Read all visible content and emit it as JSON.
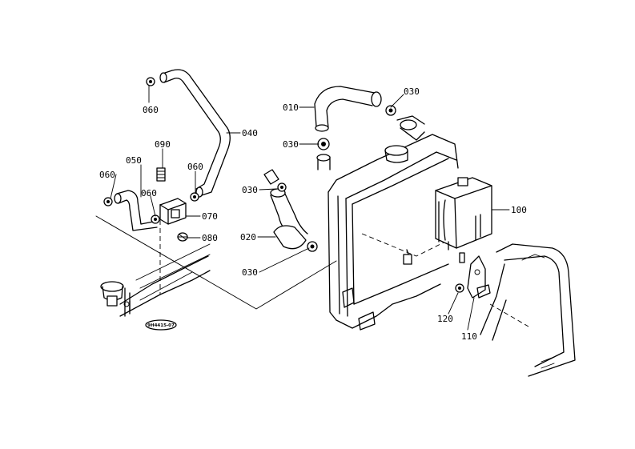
{
  "parts": {
    "p010": "010",
    "p020": "020",
    "p030_top": "030",
    "p030_mid": "030",
    "p030_a": "030",
    "p030_b": "030",
    "p040": "040",
    "p050": "050",
    "p060_top": "060",
    "p060_left": "060",
    "p060_mid": "060",
    "p060_right": "060",
    "p070": "070",
    "p080": "080",
    "p090": "090",
    "p100": "100",
    "p110": "110",
    "p120": "120"
  },
  "drawing_code": "9H4415-07"
}
